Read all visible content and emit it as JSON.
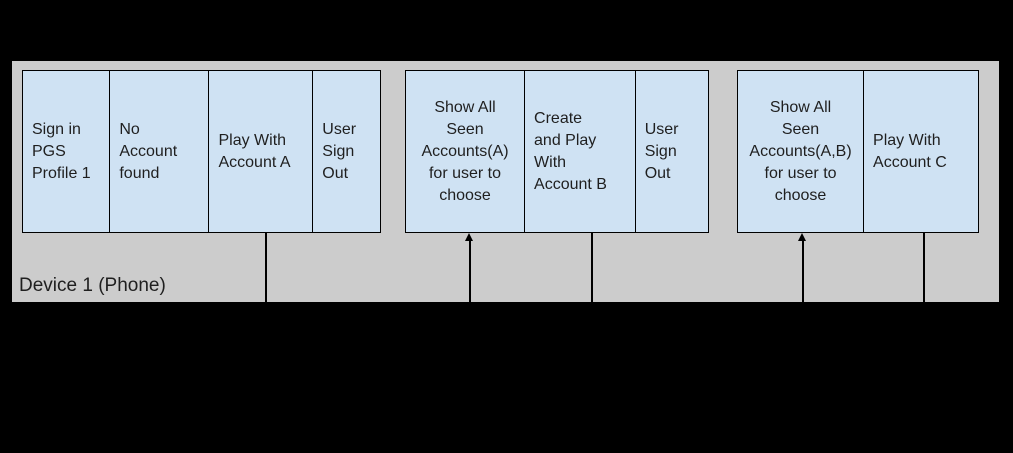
{
  "colors": {
    "page_bg": "#000000",
    "lane_bg": "#cccccc",
    "box_fill": "#cfe2f3",
    "line": "#000000",
    "text": "#1f1f1f"
  },
  "lane": {
    "label": "Device 1 (Phone)"
  },
  "groups": [
    {
      "cells": [
        {
          "label": "Sign in\nPGS\nProfile 1"
        },
        {
          "label": "No\nAccount\nfound"
        },
        {
          "label": "Play With\nAccount A"
        },
        {
          "label": "User\nSign\nOut"
        }
      ]
    },
    {
      "cells": [
        {
          "label": "Show All\nSeen\nAccounts(A)\nfor user to\nchoose",
          "align": "center"
        },
        {
          "label": "Create\nand Play\nWith\nAccount B"
        },
        {
          "label": "User\nSign\nOut"
        }
      ]
    },
    {
      "cells": [
        {
          "label": "Show All\nSeen\nAccounts(A,B)\nfor user to\nchoose",
          "align": "center"
        },
        {
          "label": "Play With\nAccount C"
        }
      ]
    }
  ],
  "connectors": [
    {
      "type": "line-down",
      "attached_to": "Play With Account A"
    },
    {
      "type": "arrow-up",
      "attached_to": "Show All Seen Accounts(A) for user to choose"
    },
    {
      "type": "line-down",
      "attached_to": "Create and Play With Account B"
    },
    {
      "type": "arrow-up",
      "attached_to": "Show All Seen Accounts(A,B) for user to choose"
    },
    {
      "type": "line-down",
      "attached_to": "Play With Account C"
    }
  ]
}
